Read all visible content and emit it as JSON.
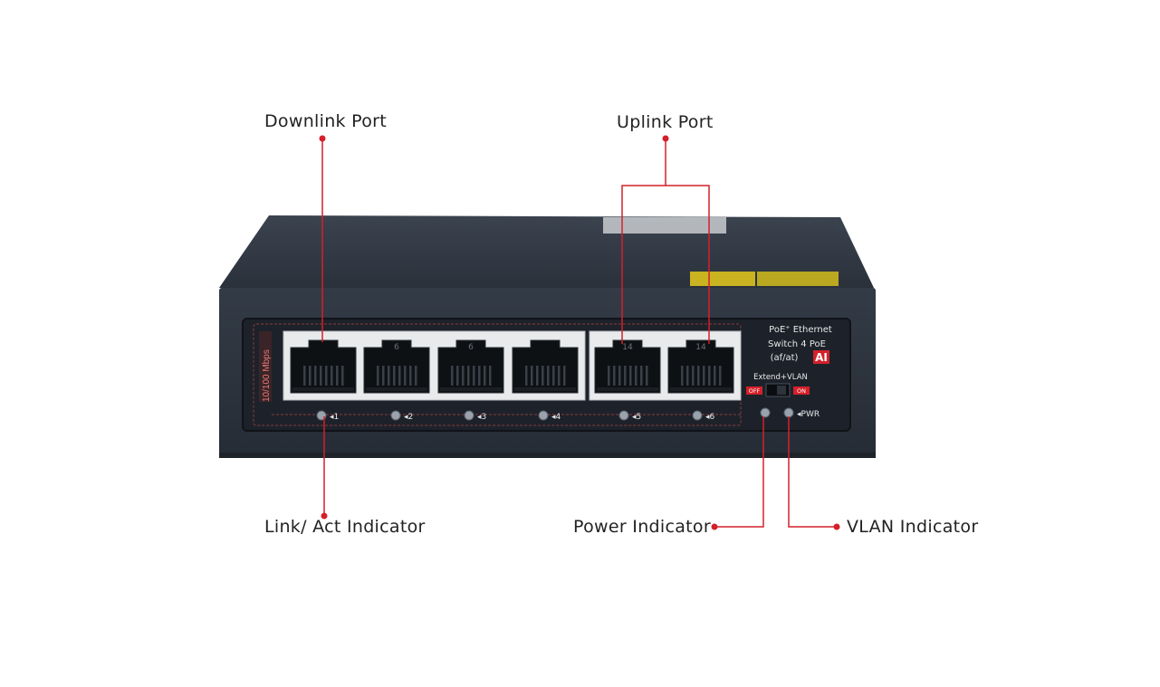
{
  "callouts": {
    "downlink": "Downlink Port",
    "uplink": "Uplink Port",
    "link_act": "Link/ Act Indicator",
    "power": "Power Indicator",
    "vlan": "VLAN Indicator"
  },
  "device": {
    "speed_label": "10/100 Mbps",
    "brand_line1": "PoE⁺ Ethernet",
    "brand_line2": "Switch 4 PoE",
    "brand_line3": "(af/at)",
    "brand_badge": "AI",
    "switch_label": "Extend+VLAN",
    "switch_off": "OFF",
    "switch_on": "ON",
    "pwr_label": "◂PWR",
    "port_marks": [
      "",
      "6",
      "6",
      "",
      "14",
      "14"
    ],
    "led_labels": [
      "◂1",
      "◂2",
      "◂3",
      "◂4",
      "◂5",
      "◂6"
    ]
  },
  "colors": {
    "accent": "#d4202a",
    "body": "#2c3440",
    "panel": "#1d222a",
    "text": "#222222"
  }
}
